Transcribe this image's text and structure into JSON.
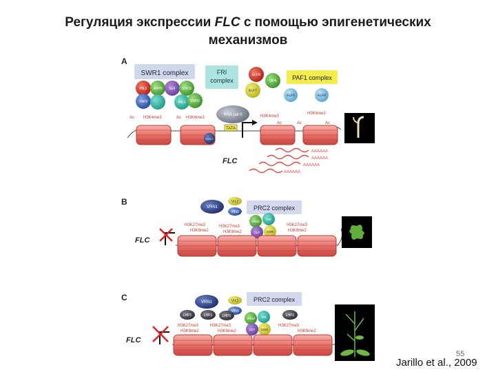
{
  "title": {
    "line1_pre": "Регуляция экспрессии ",
    "line1_gene": "FLC",
    "line1_post": " с помощью эпигенетических",
    "line2": "механизмов"
  },
  "panels": {
    "a": {
      "letter": "A",
      "swr1_label": "SWR1 complex",
      "fri_label_1": "FRI",
      "fri_label_2": "complex",
      "paf1_label": "PAF1 complex",
      "swr1_subunits": [
        "PIE1",
        "ARP6",
        "SEF",
        "SWC6",
        "YAF9",
        "PIE1",
        "SWR1"
      ],
      "paf1_subunits": [
        "ELF8",
        "VIP4",
        "ELF7",
        "ELF5",
        "ELF4"
      ],
      "marks": [
        "H3K4me3",
        "Ac",
        "Ac",
        "H3K4me3",
        "Ac",
        "H3K4me3",
        "Ac",
        "H3K4me3",
        "Ac"
      ],
      "polymerase": "RNA pol II",
      "tata": "TATA",
      "h2a": "H2A.Z",
      "transcripts": [
        "AAAAAA",
        "AAAAAA",
        "AAAAAA",
        "AAAAAA"
      ],
      "gene": "FLC"
    },
    "b": {
      "letter": "B",
      "vrn1": "VRN1",
      "vil1": "VIL1",
      "vin3": "VIN3",
      "prc2_label": "PRC2 complex",
      "prc2_subunits": [
        "VRN2",
        "FIE",
        "CLF",
        "SWN"
      ],
      "marks": [
        "H3K27me3",
        "H3K9me2",
        "H3K27me3",
        "H3K9me2",
        "H3K27me3",
        "H3K9me2"
      ],
      "gene": "FLC"
    },
    "c": {
      "letter": "C",
      "vrn1": "VRN1",
      "vil1": "VIL1",
      "vin3": "VIN3",
      "lhp1_labels": [
        "LHP1",
        "LHP1",
        "LHP1",
        "LHP1"
      ],
      "prc2_label": "PRC2 complex",
      "prc2_subunits": [
        "VRN2",
        "FIE",
        "CLF",
        "SWN"
      ],
      "marks": [
        "H3K27me3",
        "H3K9me2",
        "H3K27me3",
        "H3K9me2",
        "H3K27me3",
        "H3K9me2"
      ],
      "gene": "FLC"
    }
  },
  "page_number": "55",
  "citation": "Jarillo et al., 2009",
  "colors": {
    "nucleosome": "#e8706a",
    "nucleosome_line": "#b23a36",
    "mark_text": "#c0392b",
    "swr1_box": "#cfd8ea",
    "fri_box": "#aee4e0",
    "paf1_box": "#f4ec4c",
    "prc2_box": "#d4d8ec",
    "transcript": "#e0463c"
  }
}
